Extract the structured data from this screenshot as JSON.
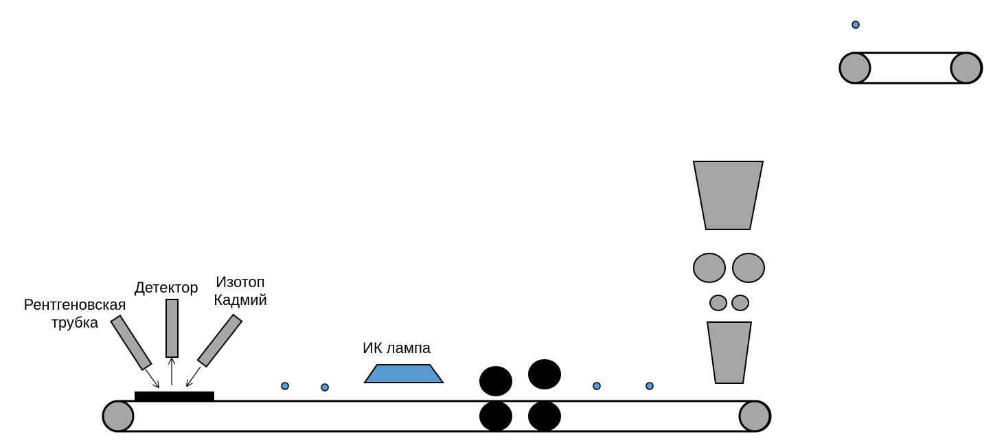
{
  "labels": {
    "xray_tube": [
      "Рентгеновская",
      "трубка"
    ],
    "detector": "Детектор",
    "isotope": [
      "Изотоп",
      "Кадмий"
    ],
    "ir_lamp": "ИК лампа"
  },
  "colors": {
    "roller_gray": "#a6a6a6",
    "ir_lamp_blue": "#5b9bd5",
    "granule_blue": "#5b9bd5",
    "rolls_black": "#000000",
    "outline": "#000000"
  }
}
